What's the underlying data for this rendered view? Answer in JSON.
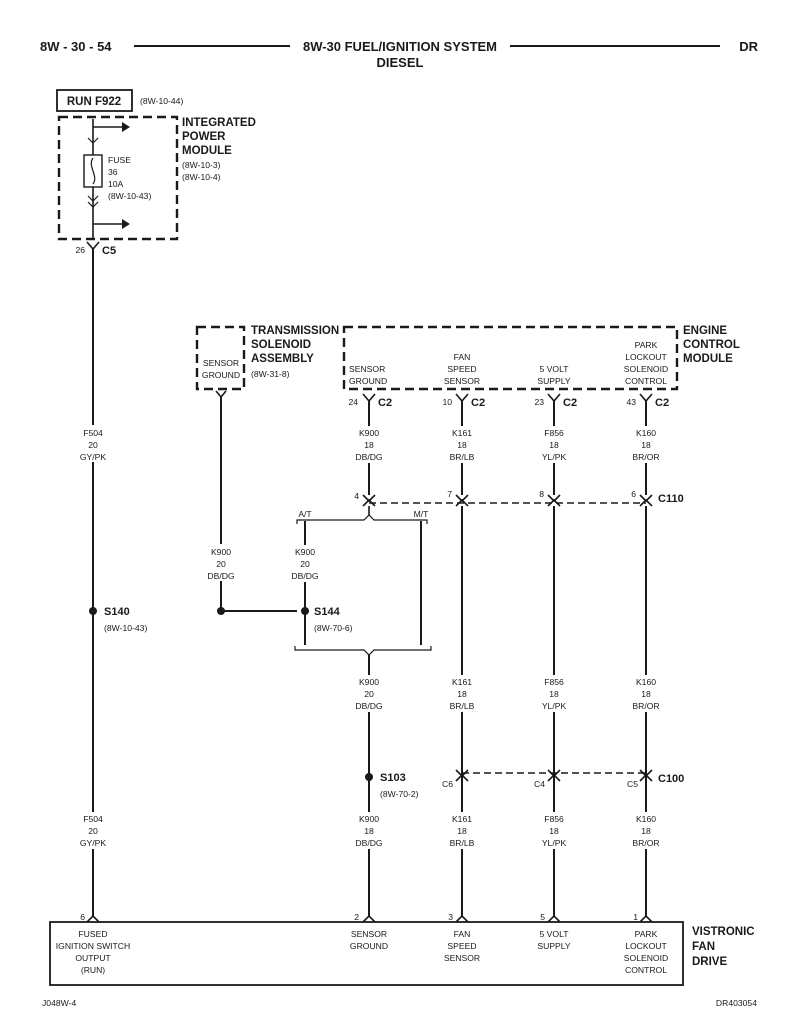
{
  "header": {
    "page_ref": "8W - 30 - 54",
    "title_line1": "8W-30 FUEL/IGNITION SYSTEM",
    "title_line2": "DIESEL",
    "model": "DR"
  },
  "run": {
    "label": "RUN F922",
    "ref": "(8W-10-44)"
  },
  "ipm": {
    "title": [
      "INTEGRATED",
      "POWER",
      "MODULE"
    ],
    "refs": [
      "(8W-10-3)",
      "(8W-10-4)"
    ],
    "fuse": {
      "lines": [
        "FUSE",
        "36",
        "10A",
        "(8W-10-43)"
      ]
    },
    "connector": {
      "pin": "26",
      "name": "C5"
    }
  },
  "tsa": {
    "title": [
      "TRANSMISSION",
      "SOLENOID",
      "ASSEMBLY"
    ],
    "ref": "(8W-31-8)",
    "inner": [
      "SENSOR",
      "GROUND"
    ]
  },
  "ecm": {
    "title": [
      "ENGINE",
      "CONTROL",
      "MODULE"
    ],
    "pins": [
      {
        "label": [
          "SENSOR",
          "GROUND"
        ],
        "pin": "24",
        "conn": "C2"
      },
      {
        "label": [
          "FAN",
          "SPEED",
          "SENSOR"
        ],
        "pin": "10",
        "conn": "C2"
      },
      {
        "label": [
          "5 VOLT",
          "SUPPLY"
        ],
        "pin": "23",
        "conn": "C2"
      },
      {
        "label": [
          "PARK",
          "LOCKOUT",
          "SOLENOID",
          "CONTROL"
        ],
        "pin": "43",
        "conn": "C2"
      }
    ]
  },
  "c110": {
    "name": "C110",
    "pins": [
      "4",
      "7",
      "8",
      "6"
    ]
  },
  "c100": {
    "name": "C100",
    "pins": [
      "C6",
      "C4",
      "C5"
    ]
  },
  "wires": {
    "f504_top": [
      "F504",
      "20",
      "GY/PK"
    ],
    "f504_bot": [
      "F504",
      "20",
      "GY/PK"
    ],
    "ecm_top": [
      [
        "K900",
        "18",
        "DB/DG"
      ],
      [
        "K161",
        "18",
        "BR/LB"
      ],
      [
        "F856",
        "18",
        "YL/PK"
      ],
      [
        "K160",
        "18",
        "BR/OR"
      ]
    ],
    "tsa_k900": [
      "K900",
      "20",
      "DB/DG"
    ],
    "at_k900": [
      "K900",
      "20",
      "DB/DG"
    ],
    "mid": [
      [
        "K900",
        "20",
        "DB/DG"
      ],
      [
        "K161",
        "18",
        "BR/LB"
      ],
      [
        "F856",
        "18",
        "YL/PK"
      ],
      [
        "K160",
        "18",
        "BR/OR"
      ]
    ],
    "bot": [
      [
        "K900",
        "18",
        "DB/DG"
      ],
      [
        "K161",
        "18",
        "BR/LB"
      ],
      [
        "F856",
        "18",
        "YL/PK"
      ],
      [
        "K160",
        "18",
        "BR/OR"
      ]
    ]
  },
  "at_mt": {
    "at": "A/T",
    "mt": "M/T"
  },
  "splices": {
    "s140": {
      "name": "S140",
      "ref": "(8W-10-43)"
    },
    "s144": {
      "name": "S144",
      "ref": "(8W-70-6)"
    },
    "s103": {
      "name": "S103",
      "ref": "(8W-70-2)"
    }
  },
  "vfd": {
    "title": [
      "VISTRONIC",
      "FAN",
      "DRIVE"
    ],
    "pins": [
      {
        "pin": "6",
        "label": [
          "FUSED",
          "IGNITION SWITCH",
          "OUTPUT",
          "(RUN)"
        ]
      },
      {
        "pin": "2",
        "label": [
          "SENSOR",
          "GROUND"
        ]
      },
      {
        "pin": "3",
        "label": [
          "FAN",
          "SPEED",
          "SENSOR"
        ]
      },
      {
        "pin": "5",
        "label": [
          "5 VOLT",
          "SUPPLY"
        ]
      },
      {
        "pin": "1",
        "label": [
          "PARK",
          "LOCKOUT",
          "SOLENOID",
          "CONTROL"
        ]
      }
    ]
  },
  "footer": {
    "left": "J048W-4",
    "right": "DR403054"
  }
}
